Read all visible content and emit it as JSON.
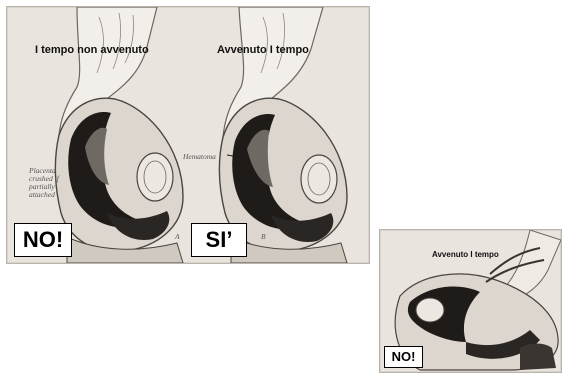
{
  "main_panel": {
    "left_caption": "I tempo non avvenuto",
    "right_caption": "Avvenuto I tempo",
    "left_stamp": "NO!",
    "right_stamp": "SI’",
    "left_figure": {
      "annotation": [
        "Placenta",
        "crushed if",
        "partially",
        "attached"
      ],
      "letter": "A"
    },
    "right_figure": {
      "annotation": "Hematoma",
      "letter": "B"
    }
  },
  "small_panel": {
    "caption": "Avvenuto I tempo",
    "stamp": "NO!"
  }
}
